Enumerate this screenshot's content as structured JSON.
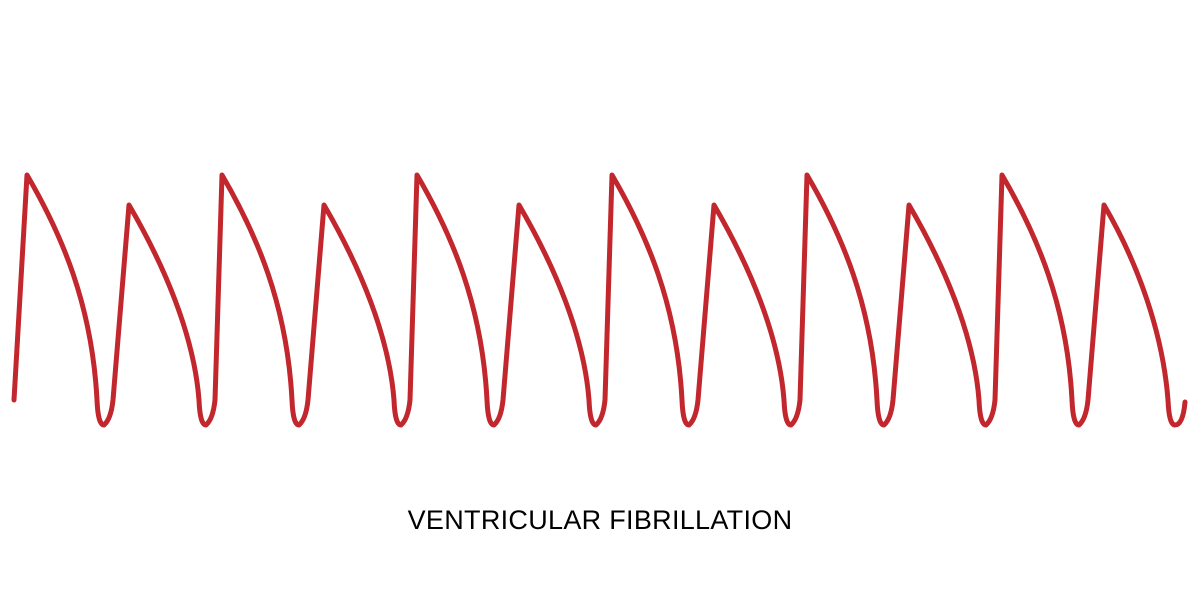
{
  "caption": "VENTRICULAR FIBRILLATION",
  "colors": {
    "background": "#ffffff",
    "trace": "#c1272d",
    "caption": "#000000"
  },
  "waveform": {
    "description_type": "ecg-sawtooth",
    "cycles": 12
  }
}
